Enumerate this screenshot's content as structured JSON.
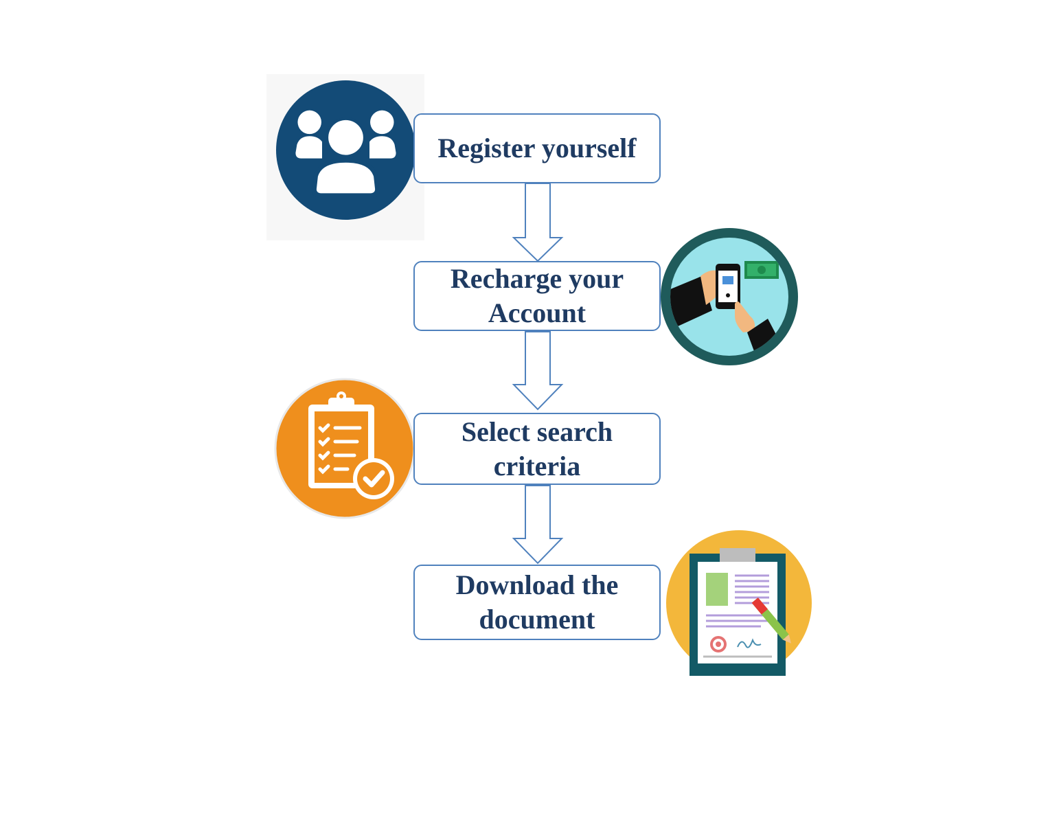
{
  "steps": [
    {
      "label": "Register yourself"
    },
    {
      "label": "Recharge your Account"
    },
    {
      "label": "Select search criteria"
    },
    {
      "label": "Download the document"
    }
  ],
  "icons": {
    "step1": "users-group-icon",
    "step2": "mobile-payment-icon",
    "step3": "checklist-icon",
    "step4": "signed-document-icon"
  },
  "colors": {
    "box_border": "#4f81bd",
    "label_text": "#1f3b62",
    "users_circle": "#134b77",
    "payment_ring": "#1f5b5b",
    "payment_fill": "#99e3ea",
    "checklist_circle": "#ef8f1d",
    "document_circle": "#f3b73b"
  }
}
